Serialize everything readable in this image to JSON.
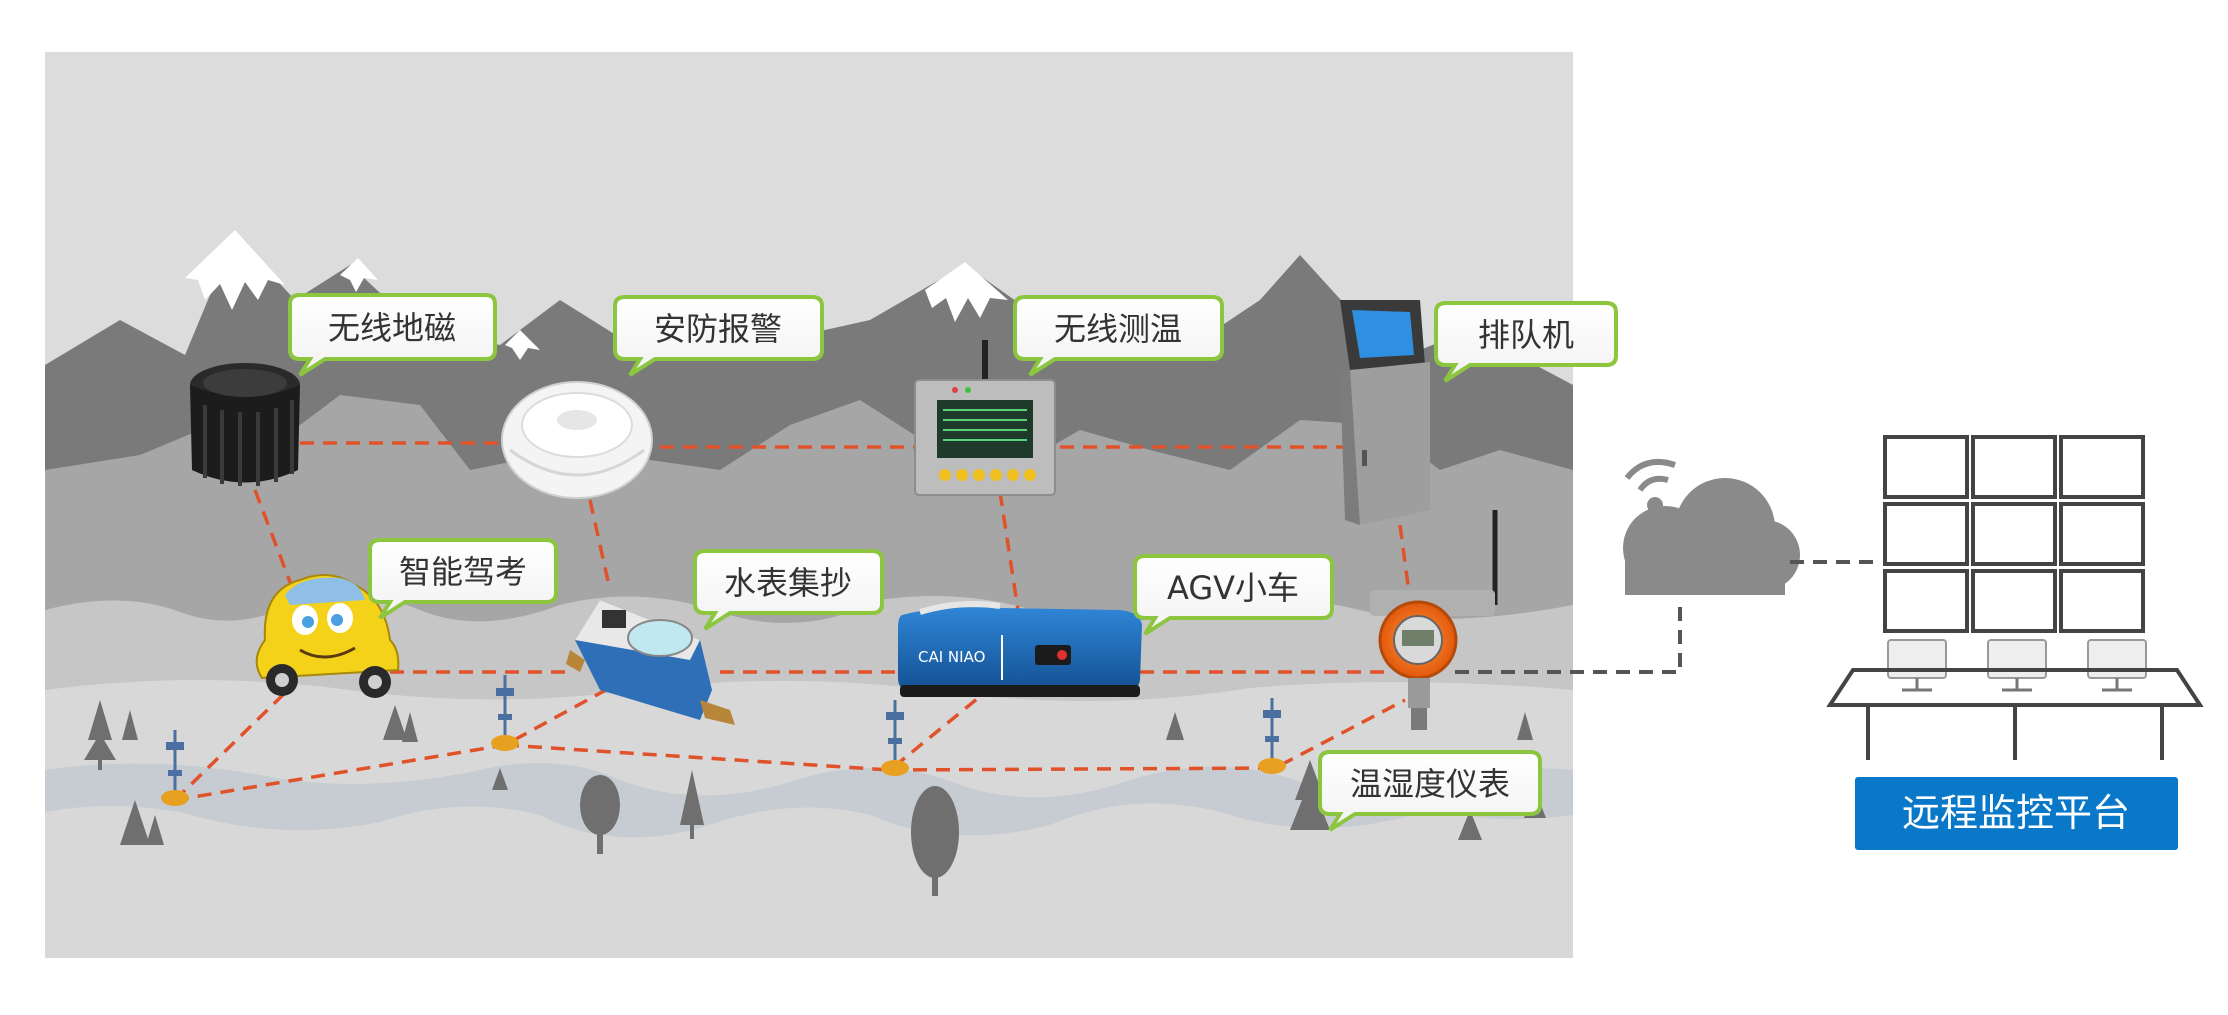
{
  "devices": [
    {
      "id": "geomagnetic",
      "label": "无线地磁"
    },
    {
      "id": "smoke-alarm",
      "label": "安防报警"
    },
    {
      "id": "temp-monitor",
      "label": "无线测温"
    },
    {
      "id": "queue-machine",
      "label": "排队机"
    },
    {
      "id": "driving-test-car",
      "label": "智能驾考"
    },
    {
      "id": "water-meter",
      "label": "水表集抄"
    },
    {
      "id": "agv-cart",
      "label": "AGV小车"
    },
    {
      "id": "hygrometer",
      "label": "温湿度仪表"
    }
  ],
  "platform": {
    "label": "远程监控平台"
  },
  "agv": {
    "logo_text": "CAI NIAO"
  },
  "colors": {
    "panel_bg": "#dcdcdc",
    "mountain_dark": "#7a7a7a",
    "mountain_mid": "#a6a6a6",
    "mountain_light": "#c6c6c6",
    "link_line": "#e0522a",
    "bubble_border": "#8cc63f",
    "platform_blue": "#0a78c8",
    "cloud": "#8a8a8a"
  }
}
